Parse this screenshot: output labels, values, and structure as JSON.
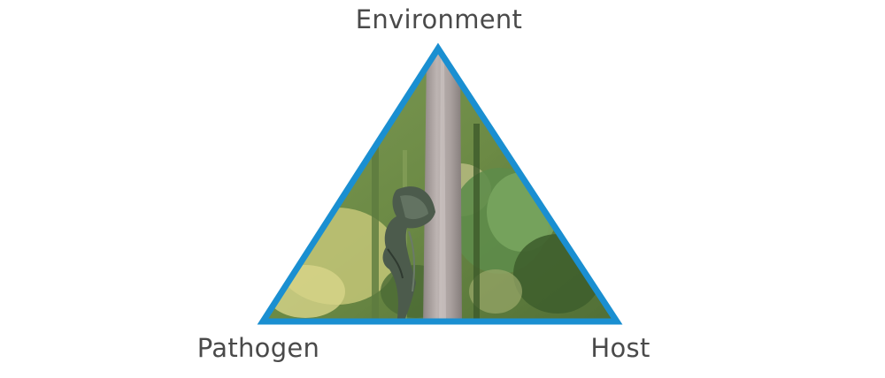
{
  "diagram": {
    "labels": {
      "top": "Environment",
      "left": "Pathogen",
      "right": "Host"
    },
    "photo": "diseased plant stem with dead leaf",
    "colors": {
      "border": "#1a8fd1",
      "text": "#4a4a4a",
      "foliage": "#6f8f46",
      "stem": "#b0a6a4"
    }
  }
}
